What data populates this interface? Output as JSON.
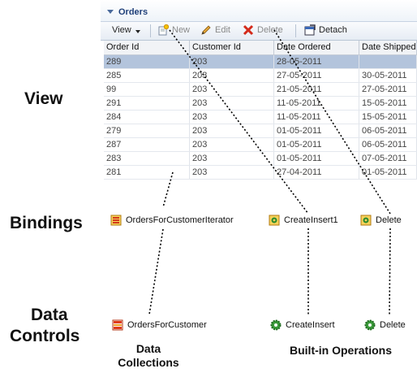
{
  "panel": {
    "title": "Orders",
    "toolbar": {
      "view_label": "View",
      "new_label": "New",
      "edit_label": "Edit",
      "delete_label": "Delete",
      "detach_label": "Detach"
    },
    "columns": [
      "Order Id",
      "Customer Id",
      "Date Ordered",
      "Date Shipped"
    ],
    "rows": [
      [
        "289",
        "203",
        "28-05-2011",
        ""
      ],
      [
        "285",
        "203",
        "27-05-2011",
        "30-05-2011"
      ],
      [
        "99",
        "203",
        "21-05-2011",
        "27-05-2011"
      ],
      [
        "291",
        "203",
        "11-05-2011",
        "15-05-2011"
      ],
      [
        "284",
        "203",
        "11-05-2011",
        "15-05-2011"
      ],
      [
        "279",
        "203",
        "01-05-2011",
        "06-05-2011"
      ],
      [
        "287",
        "203",
        "01-05-2011",
        "06-05-2011"
      ],
      [
        "283",
        "203",
        "01-05-2011",
        "07-05-2011"
      ],
      [
        "281",
        "203",
        "27-04-2011",
        "01-05-2011"
      ]
    ],
    "selected_row": 0
  },
  "labels": {
    "view": "View",
    "bindings": "Bindings",
    "data_line1": "Data",
    "data_line2": "Controls",
    "data_collections_line1": "Data",
    "data_collections_line2": "Collections",
    "builtin_operations": "Built-in Operations"
  },
  "bindings": {
    "iterator": "OrdersForCustomerIterator",
    "create_insert": "CreateInsert1",
    "delete": "Delete"
  },
  "data_controls": {
    "collection": "OrdersForCustomer",
    "create_insert": "CreateInsert",
    "delete": "Delete"
  },
  "icons": {
    "collapse": "collapse-triangle-icon",
    "new": "new-record-icon",
    "edit": "pencil-icon",
    "delete": "red-x-icon",
    "detach": "detach-icon",
    "iterator": "iterator-binding-icon",
    "action_binding": "action-binding-icon",
    "collection": "data-collection-icon",
    "operation": "gear-operation-icon"
  },
  "colors": {
    "selected_row": "#b3c4dc",
    "title": "#1f3f79",
    "connector": "#000000"
  }
}
